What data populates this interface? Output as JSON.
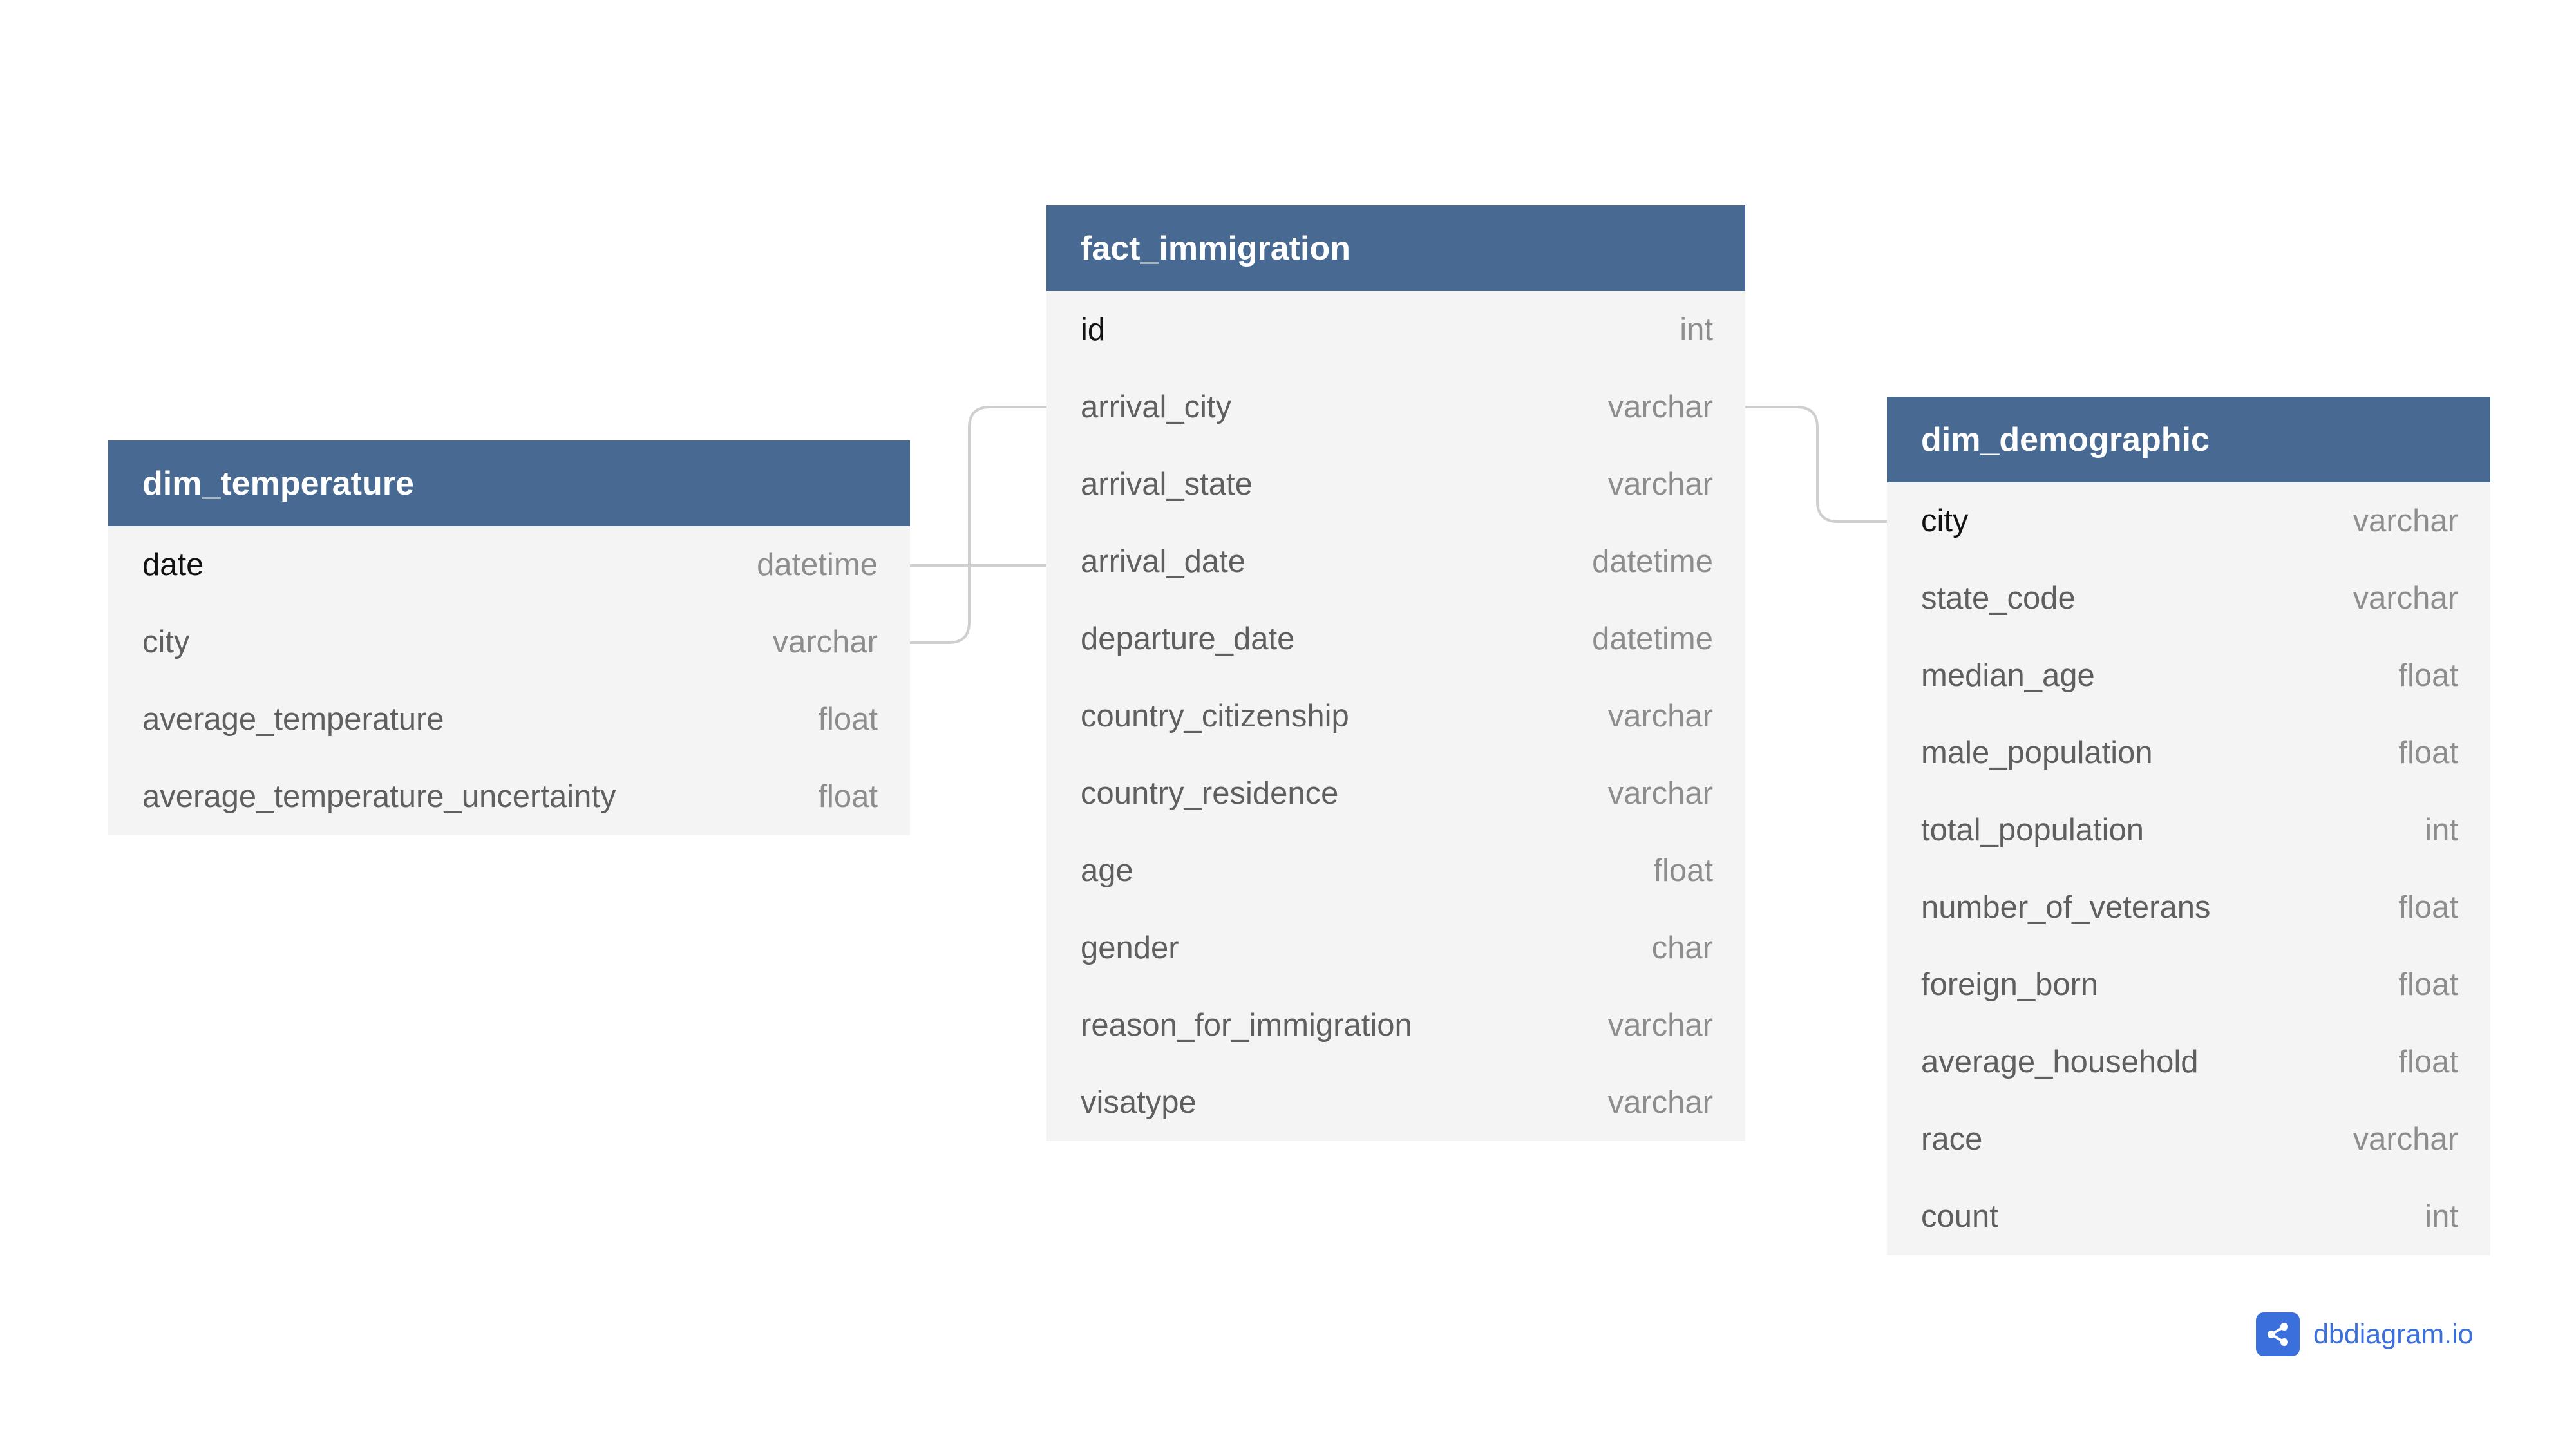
{
  "tables": {
    "dim_temperature": {
      "name": "dim_temperature",
      "columns": [
        {
          "name": "date",
          "type": "datetime"
        },
        {
          "name": "city",
          "type": "varchar"
        },
        {
          "name": "average_temperature",
          "type": "float"
        },
        {
          "name": "average_temperature_uncertainty",
          "type": "float"
        }
      ]
    },
    "fact_immigration": {
      "name": "fact_immigration",
      "columns": [
        {
          "name": "id",
          "type": "int"
        },
        {
          "name": "arrival_city",
          "type": "varchar"
        },
        {
          "name": "arrival_state",
          "type": "varchar"
        },
        {
          "name": "arrival_date",
          "type": "datetime"
        },
        {
          "name": "departure_date",
          "type": "datetime"
        },
        {
          "name": "country_citizenship",
          "type": "varchar"
        },
        {
          "name": "country_residence",
          "type": "varchar"
        },
        {
          "name": "age",
          "type": "float"
        },
        {
          "name": "gender",
          "type": "char"
        },
        {
          "name": "reason_for_immigration",
          "type": "varchar"
        },
        {
          "name": "visatype",
          "type": "varchar"
        }
      ]
    },
    "dim_demographic": {
      "name": "dim_demographic",
      "columns": [
        {
          "name": "city",
          "type": "varchar"
        },
        {
          "name": "state_code",
          "type": "varchar"
        },
        {
          "name": "median_age",
          "type": "float"
        },
        {
          "name": "male_population",
          "type": "float"
        },
        {
          "name": "total_population",
          "type": "int"
        },
        {
          "name": "number_of_veterans",
          "type": "float"
        },
        {
          "name": "foreign_born",
          "type": "float"
        },
        {
          "name": "average_household",
          "type": "float"
        },
        {
          "name": "race",
          "type": "varchar"
        },
        {
          "name": "count",
          "type": "int"
        }
      ]
    }
  },
  "relationships": [
    {
      "from": "dim_temperature.date",
      "to": "fact_immigration.arrival_date"
    },
    {
      "from": "dim_temperature.city",
      "to": "fact_immigration.arrival_city"
    },
    {
      "from": "fact_immigration.arrival_city",
      "to": "dim_demographic.city"
    }
  ],
  "brand": {
    "label": "dbdiagram.io",
    "icon": "share-nodes-icon",
    "color": "#3b6fdc"
  },
  "colors": {
    "header": "#486991",
    "body": "#f4f4f4",
    "connector": "#cfcfcf"
  }
}
